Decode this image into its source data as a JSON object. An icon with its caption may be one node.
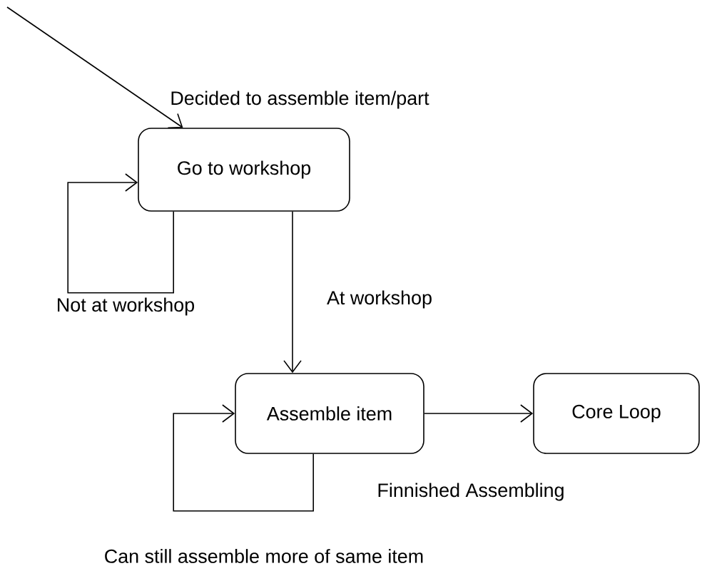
{
  "diagram": {
    "nodes": [
      {
        "text": [
          "Go to workshop"
        ]
      },
      {
        "text": [
          "Assemble item"
        ]
      },
      {
        "text": [
          "Core Loop"
        ]
      }
    ],
    "edges": [
      {
        "from": null,
        "to": 0,
        "arrow": "to",
        "label": "Decided to assemble item/part"
      },
      {
        "from": 0,
        "to": 0,
        "arrow": "to",
        "label": "Not at workshop"
      },
      {
        "from": 0,
        "to": 1,
        "arrow": "to",
        "label": "At workshop"
      },
      {
        "from": 1,
        "to": 1,
        "arrow": "to",
        "label": "Can still assemble more of same item"
      },
      {
        "from": 1,
        "to": 2,
        "arrow": "to",
        "label": "Finnished Assembling"
      }
    ]
  }
}
